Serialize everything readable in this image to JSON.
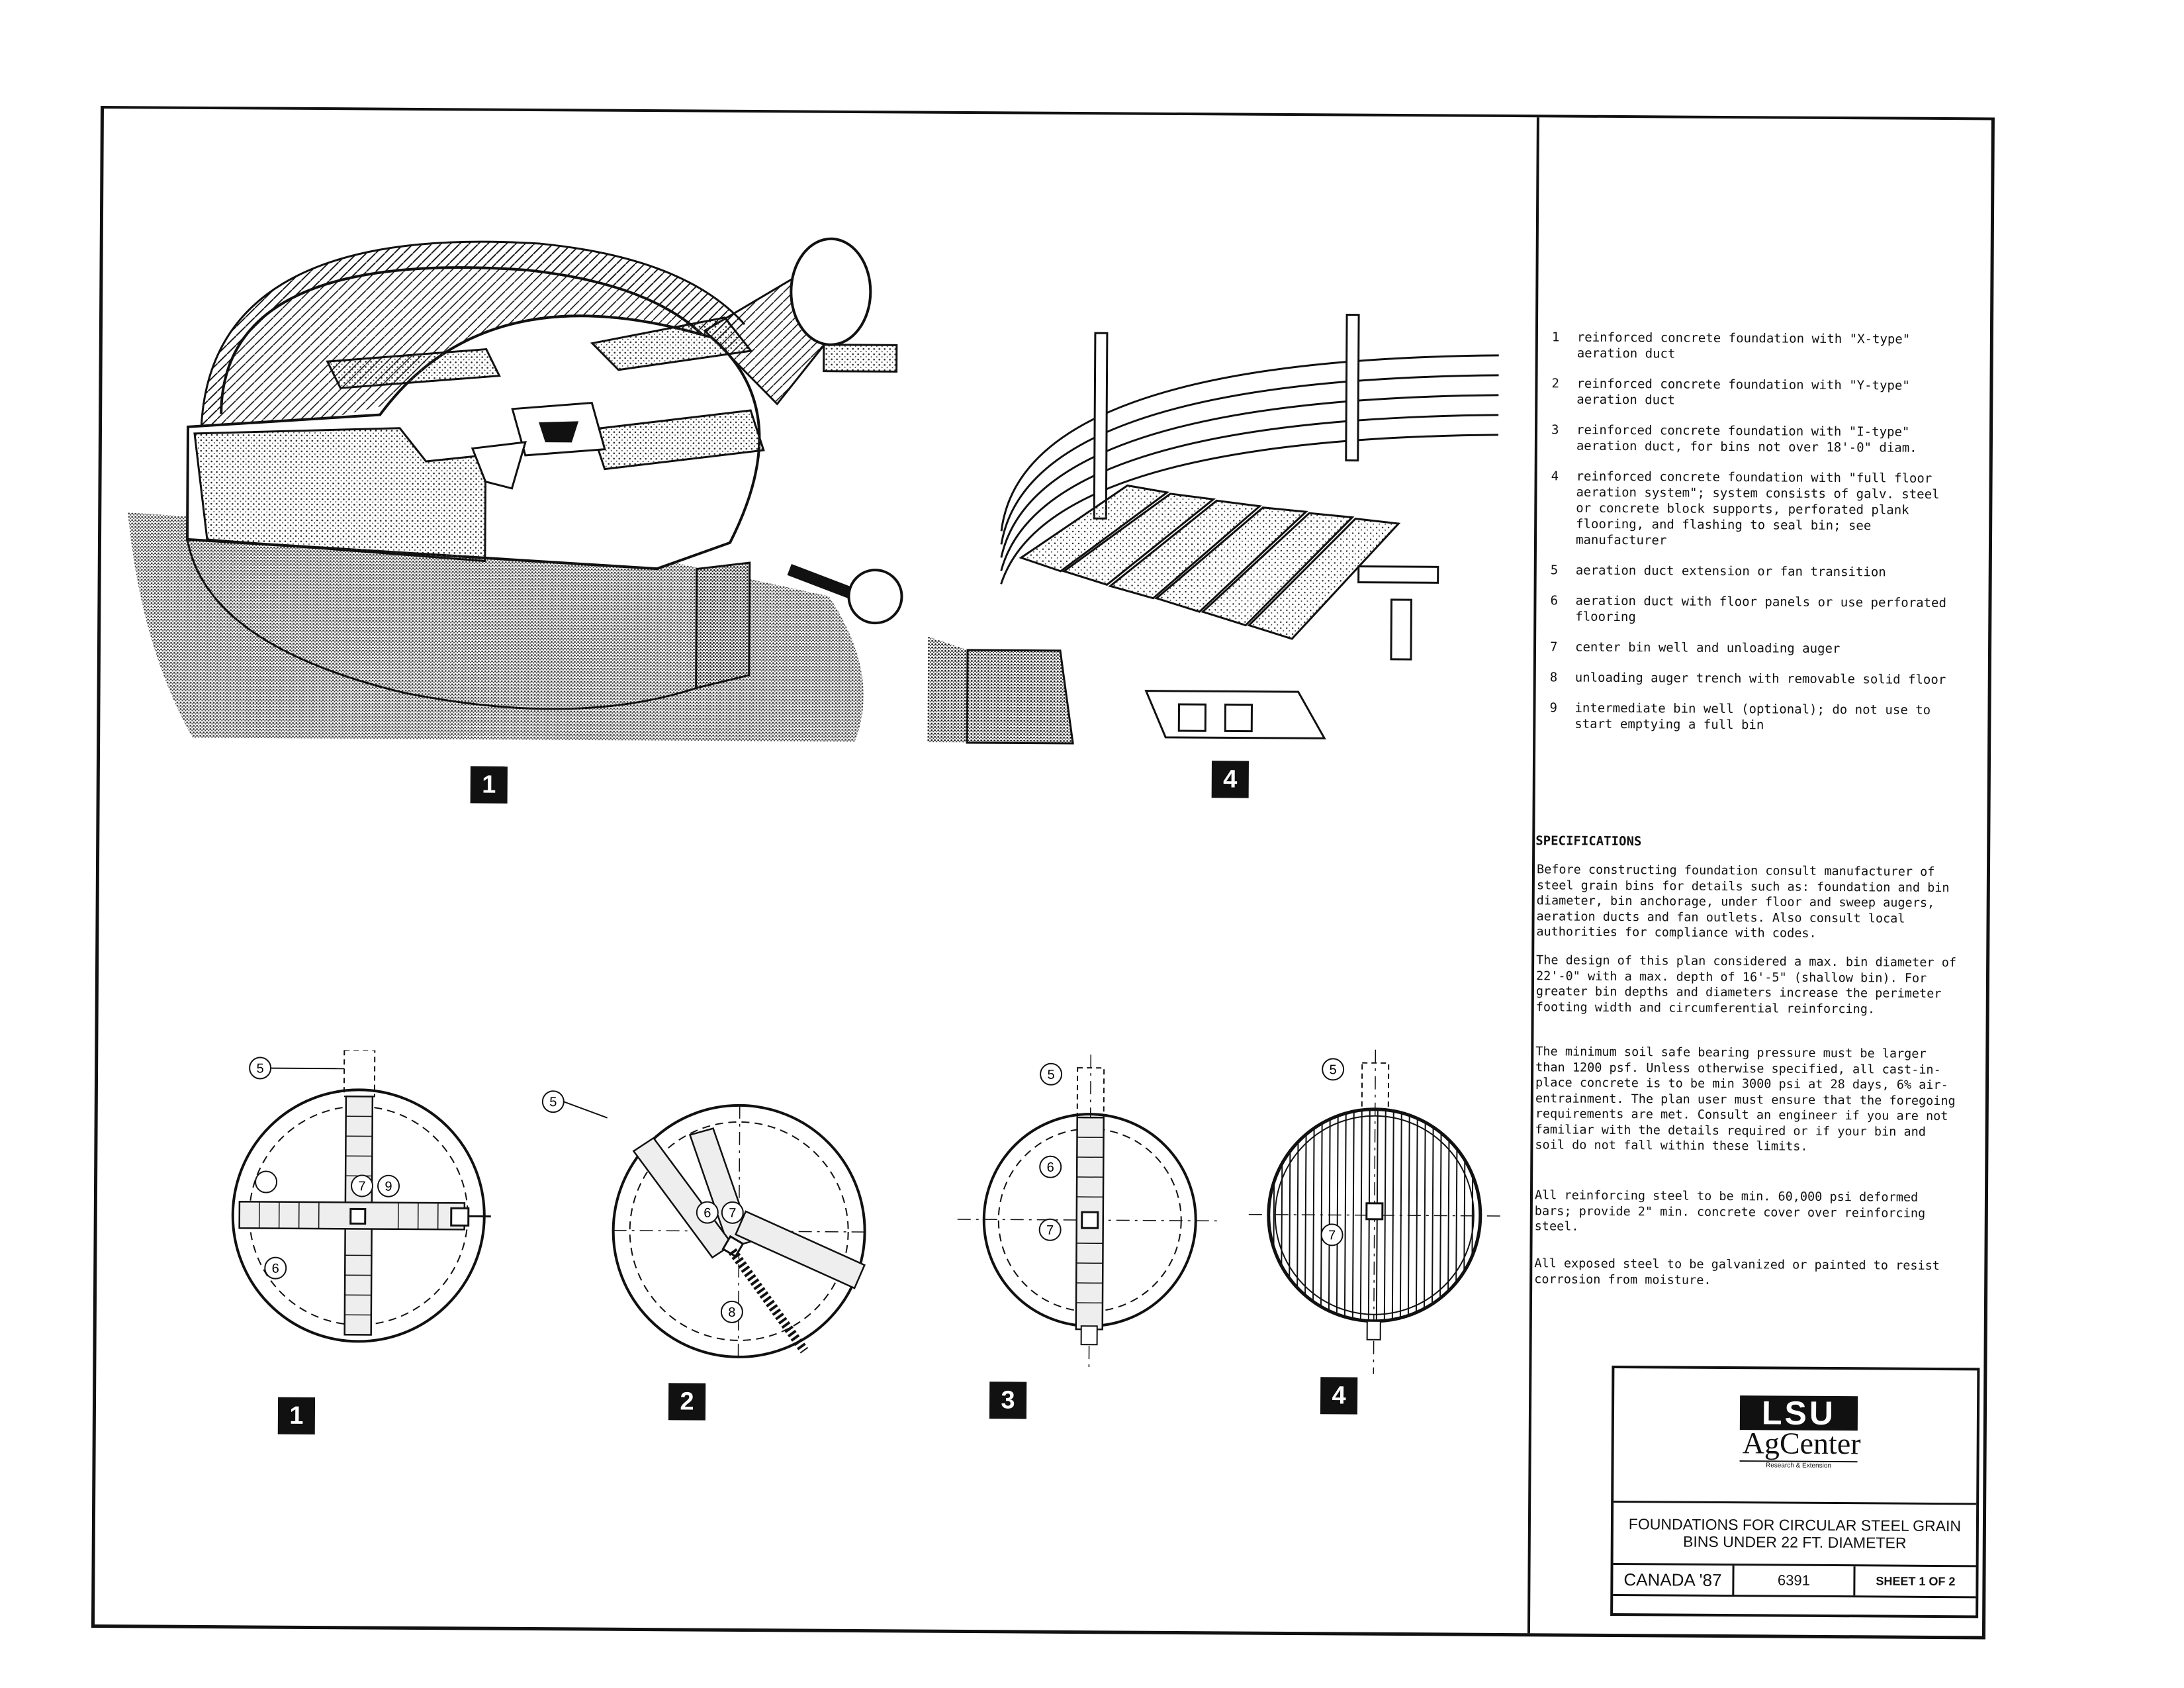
{
  "views": {
    "iso_1_badge": "1",
    "iso_4_badge": "4",
    "plan_badges": [
      "1",
      "2",
      "3",
      "4"
    ]
  },
  "callouts": {
    "plan1": [
      "5",
      "7",
      "9",
      "6"
    ],
    "plan2": [
      "5",
      "6",
      "7",
      "8"
    ],
    "plan3": [
      "5",
      "6",
      "7"
    ],
    "plan4": [
      "5",
      "7"
    ]
  },
  "legend": [
    {
      "num": "1",
      "text": "reinforced concrete foundation with \"X-type\" aeration duct"
    },
    {
      "num": "2",
      "text": "reinforced concrete foundation with \"Y-type\" aeration duct"
    },
    {
      "num": "3",
      "text": "reinforced concrete foundation with \"I-type\" aeration duct, for bins not over 18'-0\" diam."
    },
    {
      "num": "4",
      "text": "reinforced concrete foundation with \"full floor aeration system\"; system consists of galv. steel or concrete block supports, perforated plank flooring, and flashing to seal bin; see manufacturer"
    },
    {
      "num": "5",
      "text": "aeration duct extension or fan transition"
    },
    {
      "num": "6",
      "text": "aeration duct with floor panels or use perforated flooring"
    },
    {
      "num": "7",
      "text": "center bin well and unloading auger"
    },
    {
      "num": "8",
      "text": "unloading auger trench with removable solid floor"
    },
    {
      "num": "9",
      "text": "intermediate bin well (optional); do not use to start emptying a full bin"
    }
  ],
  "specifications": {
    "title": "SPECIFICATIONS",
    "paragraphs": [
      "Before constructing foundation consult manufacturer of steel grain bins for details such as: foundation and bin diameter, bin anchorage, under floor and sweep augers, aeration ducts and fan outlets. Also consult local authorities for compliance with codes.",
      "The design of this plan considered a max. bin diameter of 22'-0\" with a max. depth of 16'-5\" (shallow bin). For greater bin depths and diameters increase the perimeter footing width and circumferential reinforcing.",
      "The minimum soil safe bearing pressure must be larger than 1200 psf. Unless otherwise specified, all cast-in-place concrete is to be min 3000 psi at 28 days, 6% air-entrainment. The plan user must ensure that the foregoing requirements are met. Consult an engineer if you are not familiar with the details required or if your bin and soil do not fall within these limits.",
      "All reinforcing steel to be min. 60,000 psi deformed bars; provide 2\" min. concrete cover over reinforcing steel.",
      "All exposed steel to be galvanized or painted to resist corrosion from moisture."
    ]
  },
  "title_block": {
    "logo_top": "LSU",
    "logo_main": "AgCenter",
    "logo_sub": "Research & Extension",
    "title_line1": "FOUNDATIONS FOR CIRCULAR STEEL GRAIN",
    "title_line2": "BINS UNDER 22 FT. DIAMETER",
    "origin": "CANADA '87",
    "plan_number": "6391",
    "sheet": "SHEET 1 OF 2"
  }
}
